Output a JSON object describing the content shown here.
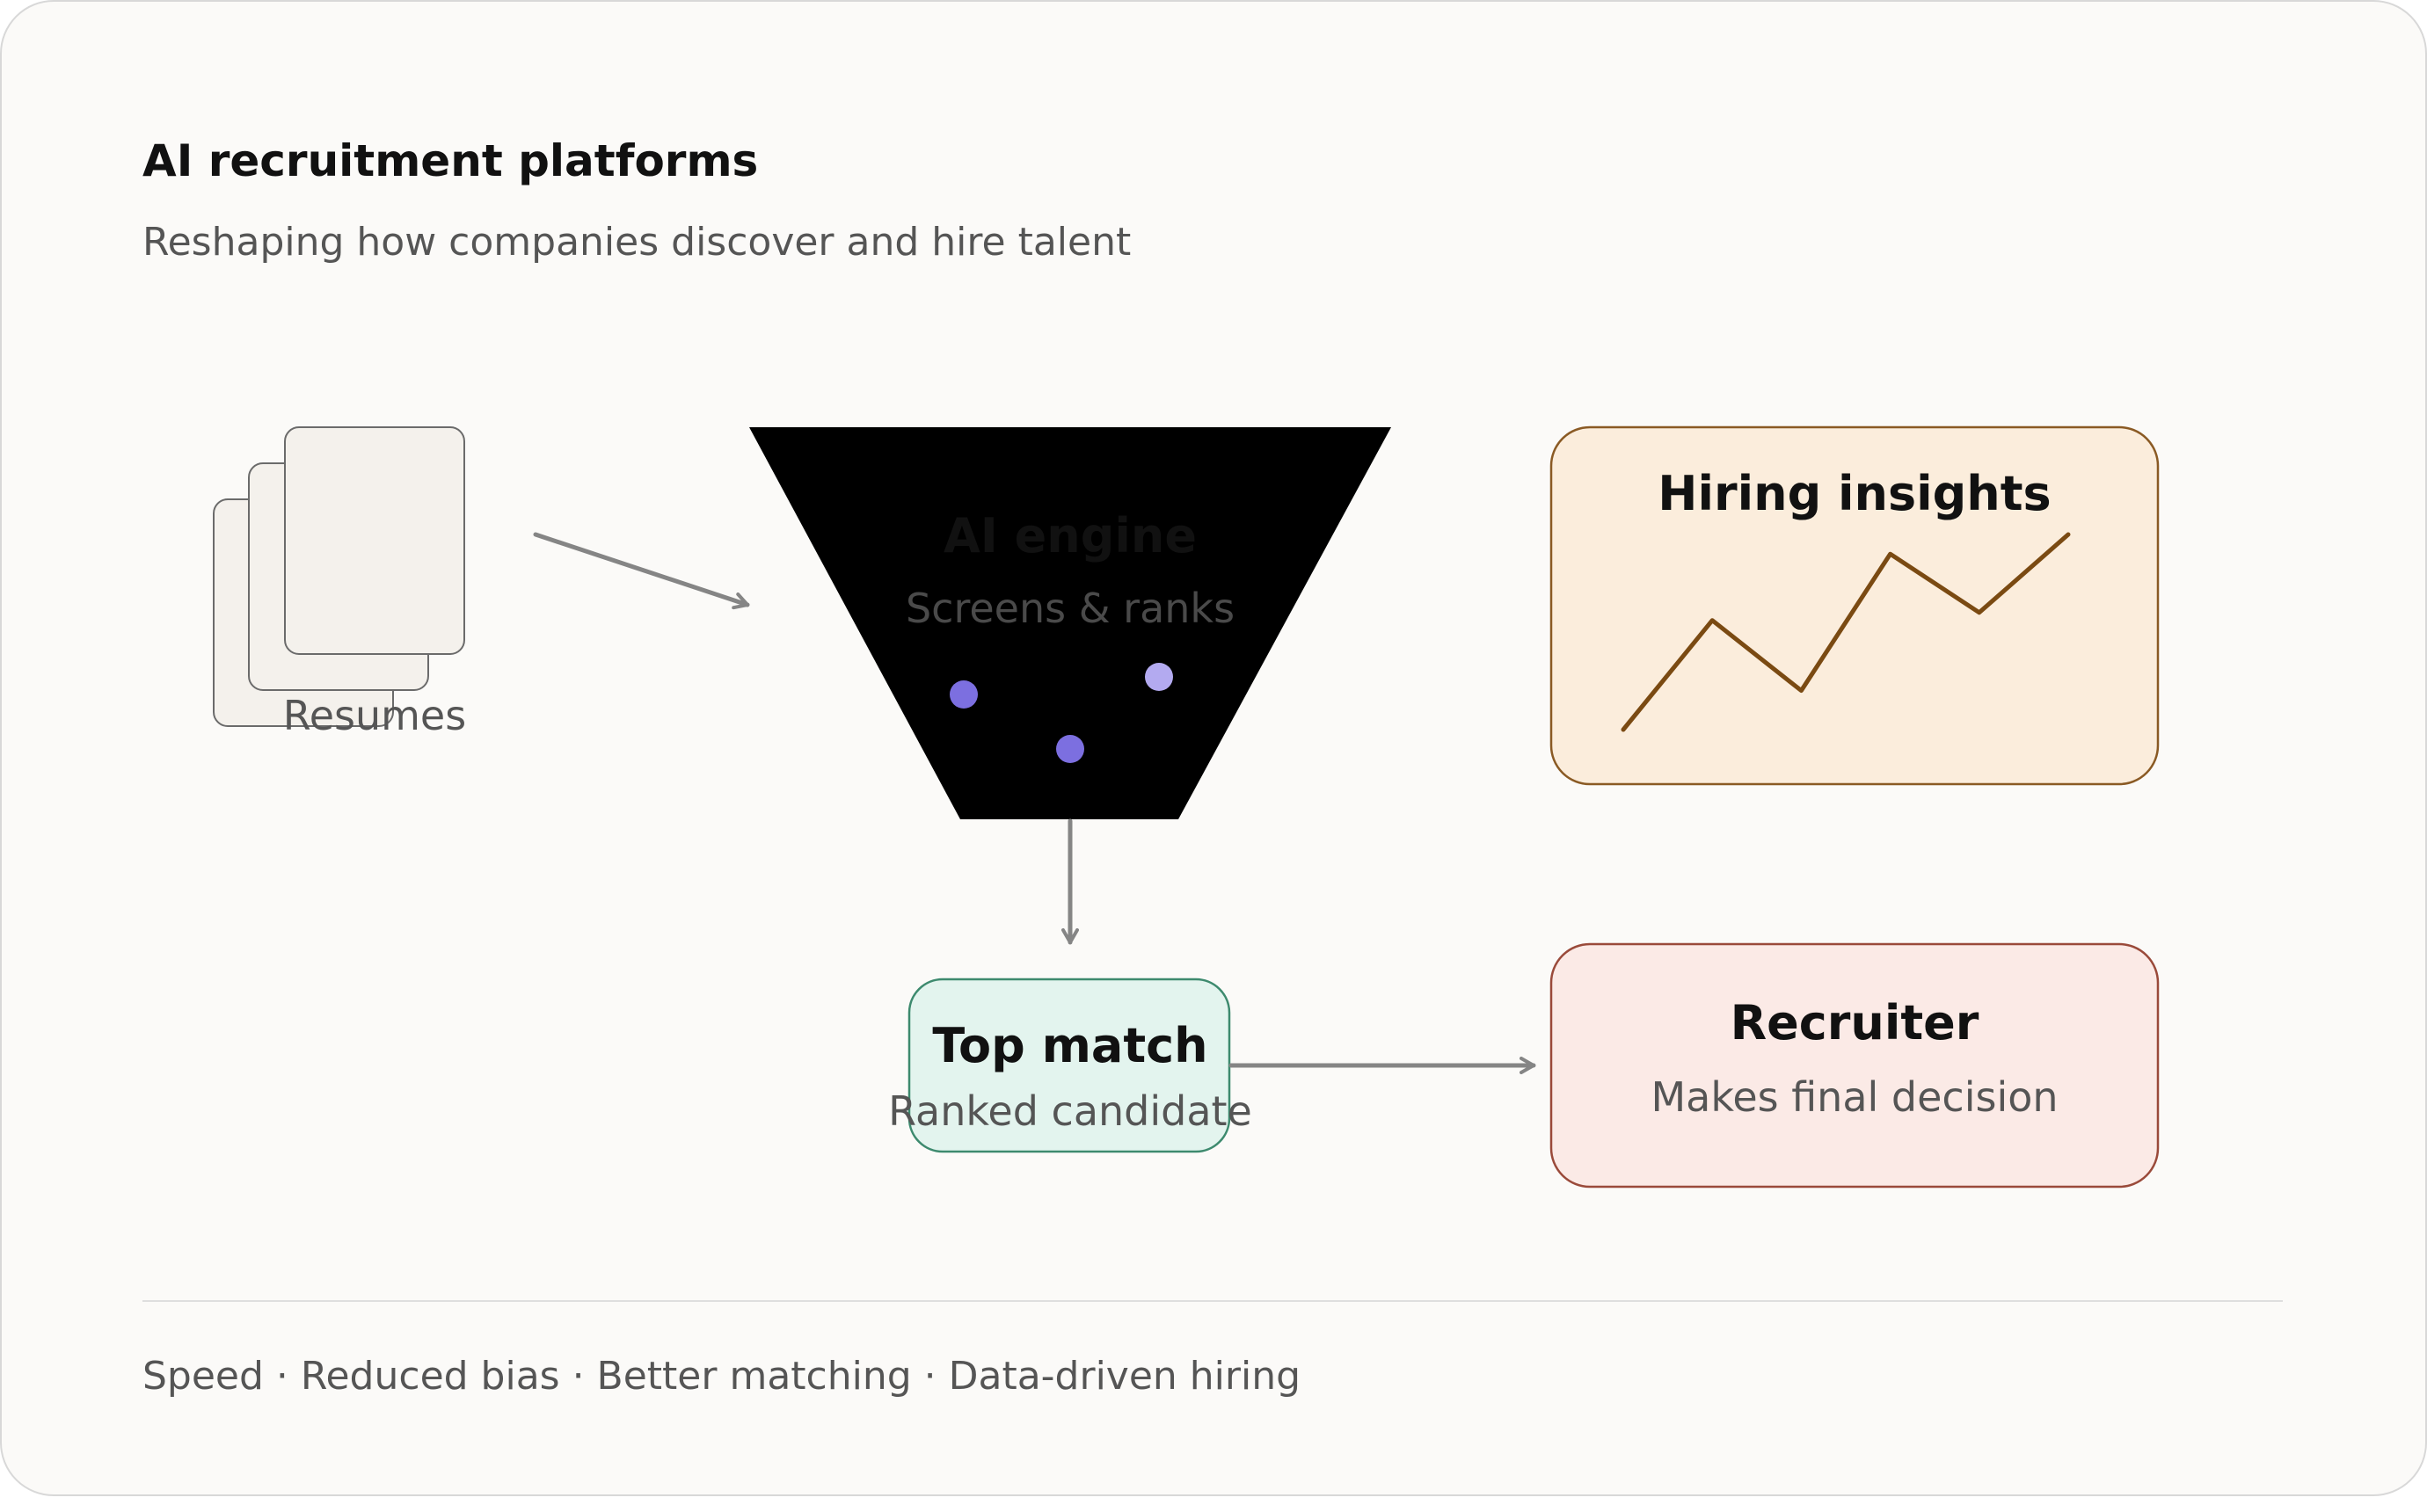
{
  "header": {
    "title": "AI recruitment platforms",
    "subtitle": "Reshaping how companies discover and hire talent"
  },
  "resumes": {
    "label": "Resumes"
  },
  "engine": {
    "title": "AI engine",
    "subtitle": "Screens & ranks"
  },
  "insights": {
    "title": "Hiring insights",
    "trend": [
      0.0,
      0.56,
      0.2,
      0.9,
      0.6,
      1.0
    ]
  },
  "top_match": {
    "title": "Top match",
    "subtitle": "Ranked candidate"
  },
  "recruiter": {
    "title": "Recruiter",
    "subtitle": "Makes final decision"
  },
  "footer": {
    "text": "Speed · Reduced bias · Better matching · Data-driven hiring"
  },
  "colors": {
    "card_bg": "#fbfaf8",
    "funnel": "#000000",
    "dot": "#7c6fe0",
    "dot_light": "#b3aaf0",
    "arrow": "#858585",
    "insights_fill": "#fbeddc",
    "insights_stroke": "#8a5a24",
    "trend_line": "#7a4a12",
    "match_fill": "#e3f4ee",
    "match_stroke": "#3d8a6e",
    "recruiter_fill": "#fbeae6",
    "recruiter_stroke": "#9a4a3a",
    "paper_fill": "#f4f1ec",
    "paper_stroke": "#6b6b6b"
  }
}
